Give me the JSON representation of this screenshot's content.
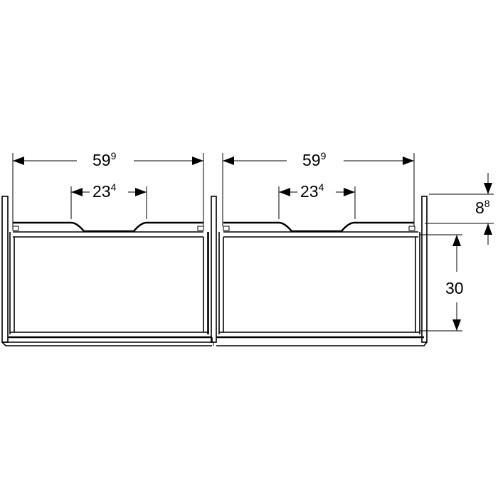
{
  "diagram": {
    "type": "technical dimension drawing",
    "subject": "double vanity cabinet, front view",
    "units": "cm",
    "dimensions": {
      "left_width": {
        "main": "59",
        "sup": "9"
      },
      "left_inner": {
        "main": "23",
        "sup": "4"
      },
      "right_width": {
        "main": "59",
        "sup": "9"
      },
      "right_inner": {
        "main": "23",
        "sup": "4"
      },
      "top_height": {
        "main": "8",
        "sup": "8"
      },
      "drawer_height": {
        "main": "30",
        "sup": ""
      }
    },
    "colors": {
      "line": "#000000",
      "background": "#ffffff"
    }
  }
}
